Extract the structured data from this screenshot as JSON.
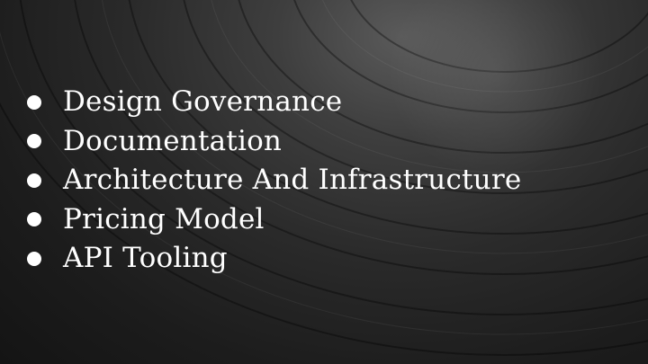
{
  "slide": {
    "bullets": [
      {
        "label": "Design Governance"
      },
      {
        "label": "Documentation"
      },
      {
        "label": "Architecture And Infrastructure"
      },
      {
        "label": "Pricing Model"
      },
      {
        "label": "API Tooling"
      }
    ]
  }
}
